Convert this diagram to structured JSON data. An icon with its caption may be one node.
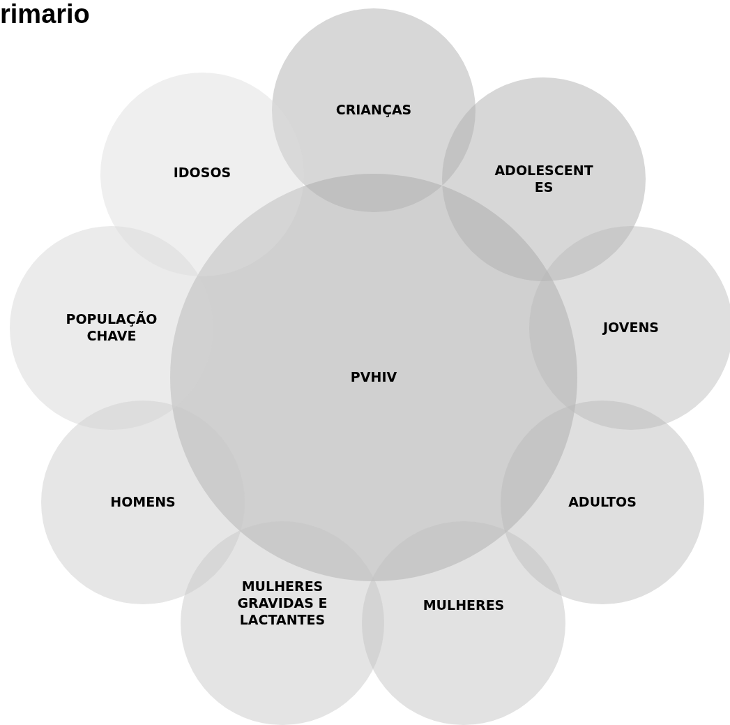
{
  "diagram": {
    "title": "rimario",
    "nodes": [
      {
        "text": [
          "PVHIV"
        ]
      },
      {
        "text": [
          "CRIANÇAS"
        ]
      },
      {
        "text": [
          "ADOLESCENTES"
        ]
      },
      {
        "text": [
          "JOVENS"
        ]
      },
      {
        "text": [
          "ADULTOS"
        ]
      },
      {
        "text": [
          "MULHERES"
        ]
      },
      {
        "text": [
          "MULHERES GRAVIDAS E LACTANTES"
        ]
      },
      {
        "text": [
          "HOMENS"
        ]
      },
      {
        "text": [
          "POPULAÇÃO CHAVE"
        ]
      },
      {
        "text": [
          "IDOSOS"
        ]
      }
    ]
  }
}
